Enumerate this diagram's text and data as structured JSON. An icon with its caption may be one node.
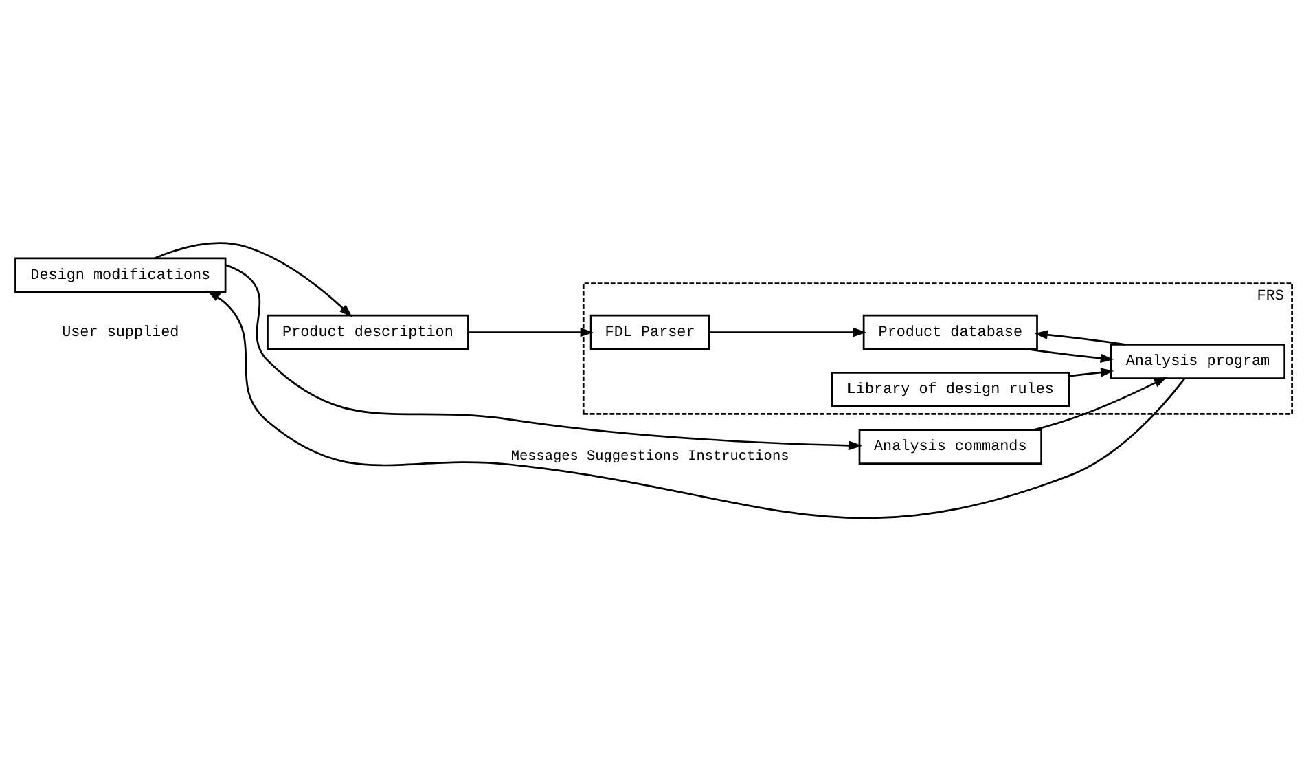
{
  "diagram": {
    "nodes": [
      {
        "text": [
          "Product description"
        ]
      },
      {
        "text": [
          "Analysis commands"
        ]
      },
      {
        "text": [
          "Design modifications"
        ]
      },
      {
        "text": [
          "FRS"
        ]
      },
      {
        "text": [
          "FDL Parser"
        ],
        "in": 3
      },
      {
        "text": [
          "Product database"
        ],
        "in": 3
      },
      {
        "text": [
          "Analysis program"
        ],
        "in": 3
      },
      {
        "text": [
          "Library of design rules"
        ],
        "in": 3
      }
    ],
    "edges": [
      {
        "from": 0,
        "to": 4,
        "arrow": "to"
      },
      {
        "from": 4,
        "to": 5,
        "arrow": "to"
      },
      {
        "from": 5,
        "to": 6,
        "arrow": "to"
      },
      {
        "from": 6,
        "to": 5,
        "arrow": "to"
      },
      {
        "from": 1,
        "to": 6,
        "arrow": "to"
      },
      {
        "from": 7,
        "to": 6,
        "arrow": "to"
      },
      {
        "from": 6,
        "to": 2,
        "arrow": "to",
        "label": "Messages Suggestions Instructions"
      },
      {
        "from": 2,
        "to": 0,
        "arrow": "to"
      },
      {
        "from": 2,
        "to": 1,
        "arrow": "to"
      }
    ],
    "labels": [
      "User supplied"
    ]
  }
}
